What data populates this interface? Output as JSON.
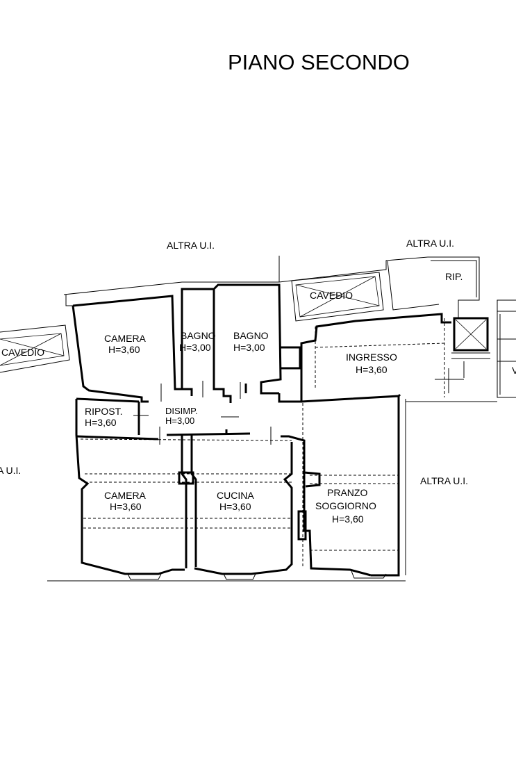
{
  "title": "PIANO SECONDO",
  "labels": {
    "altra_top": "ALTRA U.I.",
    "altra_top_right": "ALTRA U.I.",
    "altra_left": "A U.I.",
    "altra_right": "ALTRA U.I.",
    "cavedio_left": "CAVEDIO",
    "cavedio_top": "CAVEDIO",
    "rip": "RIP.",
    "v_edge": "V"
  },
  "rooms": {
    "camera_top": {
      "name": "CAMERA",
      "height": "H=3,60"
    },
    "bagno_1": {
      "name": "BAGNO",
      "height": "H=3,00"
    },
    "bagno_2": {
      "name": "BAGNO",
      "height": "H=3,00"
    },
    "ingresso": {
      "name": "INGRESSO",
      "height": "H=3,60"
    },
    "ripost": {
      "name": "RIPOST.",
      "height": "H=3,60"
    },
    "disimp": {
      "name": "DISIMP.",
      "height": "H=3,00"
    },
    "camera_bottom": {
      "name": "CAMERA",
      "height": "H=3,60"
    },
    "cucina": {
      "name": "CUCINA",
      "height": "H=3,60"
    },
    "pranzo": {
      "name": "PRANZO",
      "name2": "SOGGIORNO",
      "height": "H=3,60"
    }
  }
}
